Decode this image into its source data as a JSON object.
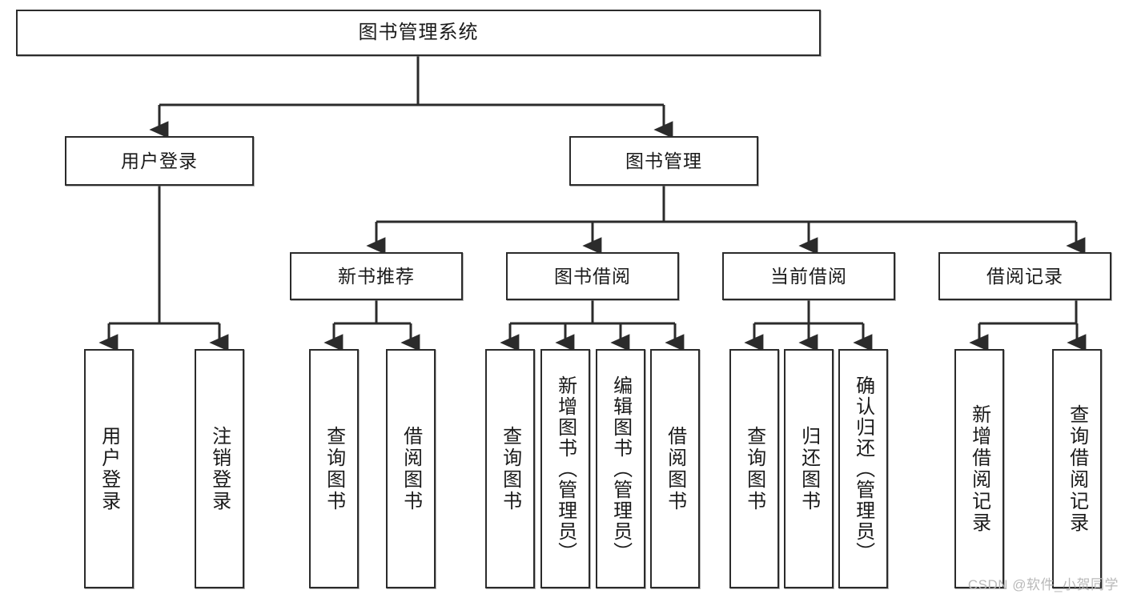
{
  "diagram": {
    "title": "图书管理系统",
    "type": "tree-hierarchy",
    "watermark": "CSDN @软件_小贺同学",
    "colors": {
      "border": "#2b2b2b",
      "background": "#ffffff",
      "text": "#1a1a1a",
      "connector": "#2b2b2b",
      "watermark": "#b9b9b9"
    },
    "nodes": {
      "root": {
        "label": "图书管理系统"
      },
      "level2": [
        {
          "id": "user-login",
          "label": "用户登录"
        },
        {
          "id": "book-manage",
          "label": "图书管理"
        }
      ],
      "level3": [
        {
          "id": "new-book-rec",
          "label": "新书推荐"
        },
        {
          "id": "book-borrow",
          "label": "图书借阅"
        },
        {
          "id": "current-borrow",
          "label": "当前借阅"
        },
        {
          "id": "borrow-record",
          "label": "借阅记录"
        }
      ],
      "leaves": {
        "user_login": [
          {
            "id": "leaf-user-login",
            "label": "用户登录"
          },
          {
            "id": "leaf-logout",
            "label": "注销登录"
          }
        ],
        "new_book_rec": [
          {
            "id": "leaf-query-book-1",
            "label": "查询图书"
          },
          {
            "id": "leaf-borrow-book-1",
            "label": "借阅图书"
          }
        ],
        "book_borrow": [
          {
            "id": "leaf-query-book-2",
            "label": "查询图书"
          },
          {
            "id": "leaf-add-book",
            "label": "新增图书（管理员）"
          },
          {
            "id": "leaf-edit-book",
            "label": "编辑图书（管理员）"
          },
          {
            "id": "leaf-borrow-book-2",
            "label": "借阅图书"
          }
        ],
        "current_borrow": [
          {
            "id": "leaf-query-book-3",
            "label": "查询图书"
          },
          {
            "id": "leaf-return-book",
            "label": "归还图书"
          },
          {
            "id": "leaf-confirm-return",
            "label": "确认归还（管理员）"
          }
        ],
        "borrow_record": [
          {
            "id": "leaf-add-record",
            "label": "新增借阅记录"
          },
          {
            "id": "leaf-query-record",
            "label": "查询借阅记录"
          }
        ]
      }
    }
  }
}
